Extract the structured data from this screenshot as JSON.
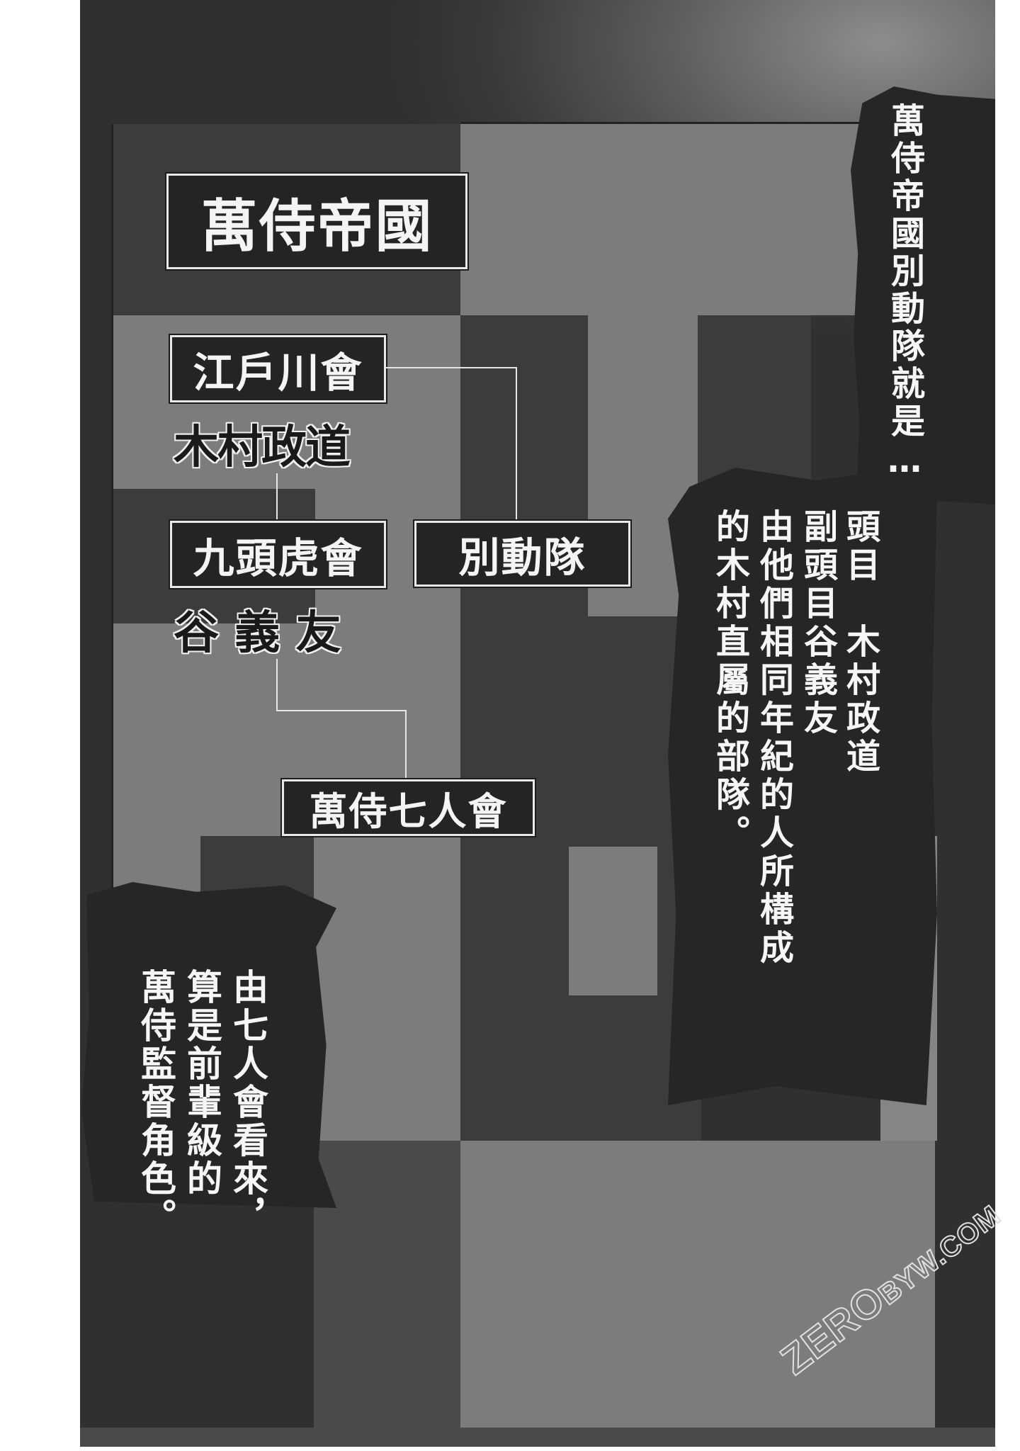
{
  "chart": {
    "title": "萬侍帝國",
    "nodes": [
      {
        "label": "江戶川會",
        "leader": "木村政道"
      },
      {
        "label": "九頭虎會",
        "leader": "谷 義 友"
      },
      {
        "label": "別動隊"
      },
      {
        "label": "萬侍七人會"
      }
    ]
  },
  "captions": {
    "top_right": "萬侍帝國別動隊就是…",
    "right": [
      "頭目　木村政道",
      "副頭目谷義友",
      "由他們相同年紀的人所構成",
      "的木村直屬的部隊。"
    ],
    "bottom_left": [
      "由七人會看來，",
      "算是前輩級的",
      "萬侍監督角色。"
    ]
  },
  "watermark": {
    "main": "ZERO",
    "rest": "BYW.COM"
  },
  "colors": {
    "panel_black": "#262626",
    "text_white": "#f6f6f6",
    "block_light": "#7c7c7c",
    "block_dark": "#3c3c3c"
  }
}
